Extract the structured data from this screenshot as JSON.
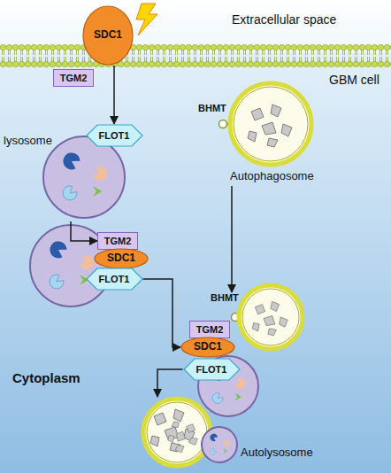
{
  "diagram": {
    "nodes": [
      {
        "text": [
          "SDC1"
        ]
      },
      {
        "text": [
          "TGM2"
        ]
      },
      {
        "text": [
          "FLOT1"
        ]
      },
      {
        "text": [
          "lysosome"
        ]
      },
      {
        "text": [
          "TGM2"
        ]
      },
      {
        "text": [
          "SDC1"
        ]
      },
      {
        "text": [
          "FLOT1"
        ]
      },
      {
        "text": [
          "BHMT"
        ]
      },
      {
        "text": [
          "Autophagosome"
        ]
      },
      {
        "text": [
          "BHMT"
        ]
      },
      {
        "text": [
          "TGM2"
        ]
      },
      {
        "text": [
          "SDC1"
        ]
      },
      {
        "text": [
          "FLOT1"
        ]
      },
      {
        "text": [
          "Autolysosome"
        ]
      }
    ],
    "edges": [
      {
        "from": 0,
        "to": 2,
        "arrow": "to"
      },
      {
        "from": 3,
        "to": 4,
        "arrow": "to"
      },
      {
        "from": 6,
        "to": 11,
        "arrow": "to"
      },
      {
        "from": 8,
        "to": 9,
        "arrow": "to"
      },
      {
        "from": 12,
        "to": 13,
        "arrow": "to"
      }
    ],
    "labels": [
      "Extracellular space",
      "GBM cell",
      "Cytoplasm"
    ]
  }
}
